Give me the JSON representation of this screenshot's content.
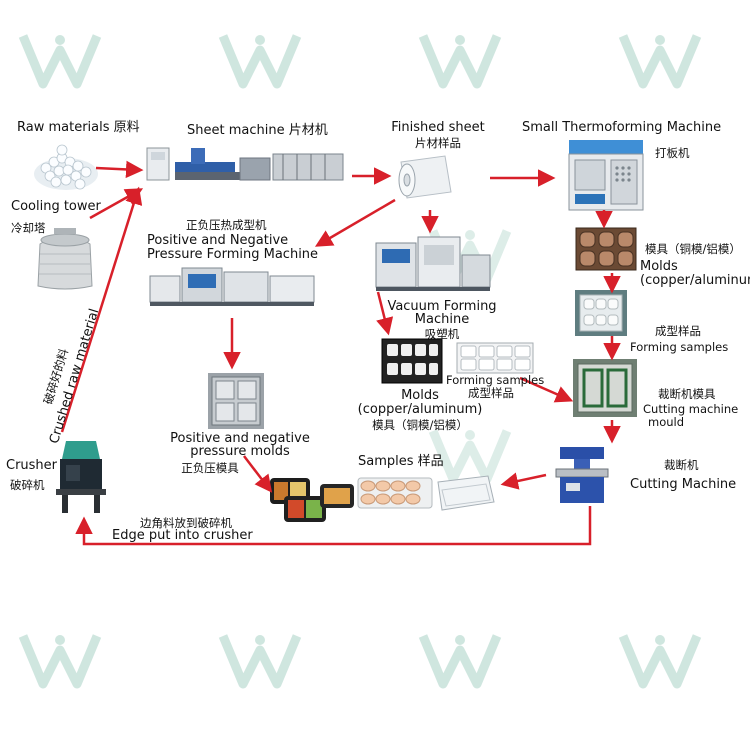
{
  "nodes": {
    "raw_materials": "Raw materials 原料",
    "sheet_machine": "Sheet machine 片材机",
    "finished_sheet": {
      "en": "Finished sheet",
      "zh": "片材样品"
    },
    "small_thermoforming": {
      "en": "Small Thermoforming Machine",
      "zh": "打板机"
    },
    "cooling_tower": {
      "en": "Cooling tower",
      "zh": "冷却塔"
    },
    "pn_machine": {
      "zh": "正负压热成型机",
      "en1": "Positive and Negative",
      "en2": "Pressure Forming Machine"
    },
    "vacuum_machine": {
      "en1": "Vacuum Forming",
      "en2": "Machine",
      "zh": "吸塑机"
    },
    "molds_right": {
      "zh": "模具（铜模/铝模）",
      "en1": "Molds",
      "en2": "(copper/aluminum)"
    },
    "forming_samples_right": {
      "zh": "成型样品",
      "en": "Forming samples"
    },
    "cutting_mold": {
      "zh": "裁断机模具",
      "en1": "Cutting machine",
      "en2": "mould"
    },
    "cutting_machine": {
      "zh": "裁断机",
      "en": "Cutting Machine"
    },
    "pn_molds": {
      "en1": "Positive and negative",
      "en2": "pressure molds",
      "zh": "正负压模具"
    },
    "molds_mid": {
      "en1": "Molds",
      "en2": "(copper/aluminum)",
      "zh": "模具（铜模/铝模）"
    },
    "forming_samples_mid": {
      "en": "Forming samples",
      "zh": "成型样品"
    },
    "samples": "Samples 样品",
    "crusher": {
      "en": "Crusher",
      "zh": "破碎机"
    },
    "crushed_raw": {
      "zh": "破碎好的料",
      "en": "Crushed raw material"
    },
    "edge": {
      "zh": "边角料放到破碎机",
      "en": "Edge put into crusher"
    }
  },
  "colors": {
    "arrow": "#d8202a",
    "watermark": "#cfe6df"
  },
  "icons": {
    "watermark": "w-logo-watermark",
    "raw_materials": "pellets-photo",
    "cooling_tower": "cooling-tower-photo",
    "sheet_machine": "extrusion-line-photo",
    "finished_sheet": "sheet-roll-photo",
    "small_thermoforming": "thermoforming-machine-photo",
    "pn_machine": "forming-line-photo",
    "vacuum_machine": "vacuum-machine-photo",
    "molds_mid": "mold-plate-photo",
    "forming_samples_mid": "tray-sample-photo",
    "molds_right": "copper-mold-photo",
    "forming_samples_right": "tray-sample-photo",
    "cutting_mold": "cutting-die-photo",
    "cutting_machine": "press-cutter-photo",
    "pn_molds": "mold-photo",
    "food_boxes": "food-container-photo",
    "egg_tray": "egg-tray-photo",
    "clear_box": "clear-box-photo",
    "crusher": "crusher-photo"
  }
}
